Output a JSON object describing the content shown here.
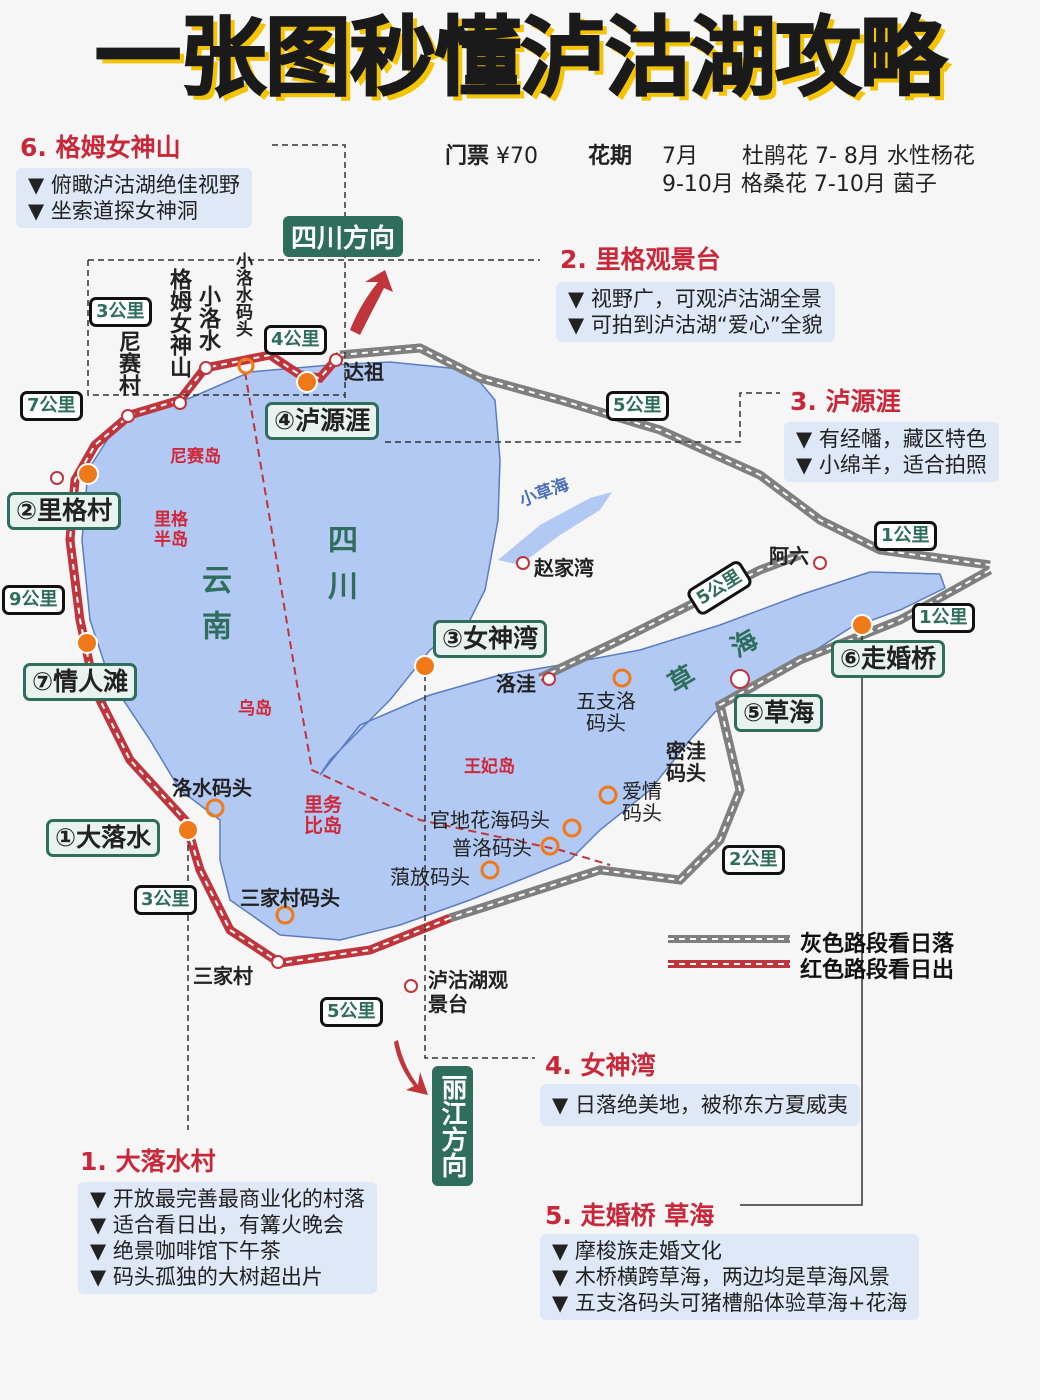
{
  "title": "一张图秒懂泸沽湖攻略",
  "info": {
    "ticket_label": "门票",
    "ticket_value": "¥70",
    "flower_label": "花期",
    "flower_line1": "7月　　杜鹃花 7-  8月 水性杨花",
    "flower_line2": "9-10月 格桑花 7-10月 菌子"
  },
  "sections": [
    {
      "heading": "6. 格姆女神山",
      "items": [
        "▼ 俯瞰泸沽湖绝佳视野",
        "▼ 坐索道探女神洞"
      ]
    },
    {
      "heading": "2. 里格观景台",
      "items": [
        "▼ 视野广，可观泸沽湖全景",
        "▼ 可拍到泸沽湖“爱心”全貌"
      ]
    },
    {
      "heading": "3. 泸源涯",
      "items": [
        "▼ 有经幡，藏区特色",
        "▼ 小绵羊，适合拍照"
      ]
    },
    {
      "heading": "4. 女神湾",
      "items": [
        "▼ 日落绝美地，被称东方夏威夷"
      ]
    },
    {
      "heading": "1. 大落水村",
      "items": [
        "▼ 开放最完善最商业化的村落",
        "▼ 适合看日出，有篝火晚会",
        "▼ 绝景咖啡馆下午茶",
        "▼ 码头孤独的大树超出片"
      ]
    },
    {
      "heading": "5. 走婚桥 草海",
      "items": [
        "▼ 摩梭族走婚文化",
        "▼ 木桥横跨草海，两边均是草海风景",
        "▼ 五支洛码头可猪槽船体验草海+花海"
      ]
    }
  ],
  "spots": [
    "②里格村",
    "④泸源涯",
    "③女神湾",
    "⑦情人滩",
    "①大落水",
    "⑥走婚桥",
    "⑤草海"
  ],
  "directions": {
    "sichuan": "四川方向",
    "lijiang": "丽江方向"
  },
  "distances": [
    "3公里",
    "4公里",
    "7公里",
    "5公里",
    "9公里",
    "1公里",
    "5公里",
    "1公里",
    "3公里",
    "2公里",
    "5公里"
  ],
  "places": {
    "niesai": "尼赛村",
    "gemu": "格姆女神山",
    "xiaoluoshui": "小洛水",
    "xlsdock": "小洛水码头",
    "dazu": "达祖",
    "zhaojiawan": "赵家湾",
    "aliu": "阿六",
    "luowa": "洛洼",
    "wuzhiluo": "五支洛码头",
    "miwa": "密洼码头",
    "aiqing": "爱情码头",
    "guandi": "官地花海码头",
    "puluo": "普洛码头",
    "zhuofang": "蒗放码头",
    "luoshuidock": "洛水码头",
    "sanjiadock": "三家村码头",
    "sanjia": "三家村",
    "overlook": "泸沽湖观景台"
  },
  "water": {
    "niesai_island": "尼赛岛",
    "lige_peninsula": "里格半岛",
    "wu_island": "乌岛",
    "liwubi_island": "里务比岛",
    "wangfei_island": "王妃岛",
    "xiaocaohai": "小草海"
  },
  "provinces": {
    "yunnan": "云南",
    "sichuan": "四川",
    "caohai": "草海"
  },
  "legend": {
    "grey": "灰色路段看日落",
    "red": "红色路段看日出"
  },
  "colors": {
    "lake": "#b1c9f3",
    "red_road": "#c0343c",
    "grey_road": "#7f7f7f",
    "accent_green": "#2f6d5d",
    "heading_red": "#c8283a",
    "spot_orange": "#f07a1a",
    "title_shadow": "#f5c400"
  }
}
